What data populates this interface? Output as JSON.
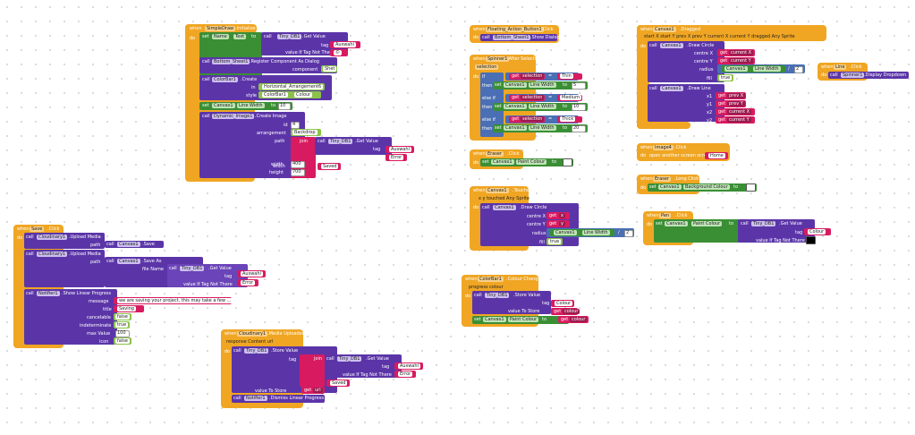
{
  "common": {
    "when": "when",
    "do": "do",
    "set": "set",
    "call": "call",
    "to": "to",
    "tag": "tag",
    "join": "join",
    "value_if_tag_not_there": "value If Tag Not There",
    "value_to_store": "value To Store",
    "true": "true",
    "get": "get",
    "if": "if",
    "then": "then",
    "else_if": "else if",
    "dot": "."
  },
  "block_simpledraw": {
    "event_component": "SimpleDraw",
    "event_name": ".Initialize",
    "name_label": "Name",
    "text_prop": "Text",
    "tinydb": "Tiny_DB1",
    "get_value": ".Get Value",
    "tag_value": "Auswahl",
    "default_value": "©",
    "bottom_sheet": "Bottom_Sheet1",
    "register": ".Register Component As Dialog",
    "component_label": "component",
    "component_value": "Shet",
    "colorbar": "ColorBar1",
    "create": ".Create",
    "in_label": "in",
    "in_value": "Horizontal_Arrangement6",
    "style_label": "style",
    "style_component": "ColorBar1",
    "style_prop": "Colour",
    "canvas": "Canvas1",
    "line_width": "Line Width",
    "line_width_value": "10",
    "dynamic_image": "Dynamic_Image1",
    "create_image": ".Create Image",
    "id_label": "id",
    "id_value": "4",
    "arrangement_label": "arrangement",
    "arrangement_value": "Backdrop",
    "path_label": "path",
    "tag2_value": "Auswahl",
    "default2_value": "Error",
    "saved_value": "Saved",
    "width_label": "width",
    "width_value": "400",
    "height_label": "height",
    "height_value": "700"
  },
  "block_fab": {
    "event_component": "Floating_Action_Button1",
    "event_name": ".Click",
    "target": "Bottom_Sheet1",
    "method": ".Show Dialog"
  },
  "block_spinner": {
    "event_component": "Spinner1",
    "event_name": ".After Selecting",
    "param": "selection",
    "selection_var": "selection",
    "op": "=",
    "canvas": "Canvas1",
    "line_width": "Line Width",
    "options": [
      {
        "label": "Thin",
        "width": "5"
      },
      {
        "label": "Medium",
        "width": "10"
      },
      {
        "label": "Thick",
        "width": "20"
      }
    ]
  },
  "block_eraser_click": {
    "event_component": "Eraser",
    "event_name": ".Click",
    "canvas": "Canvas1",
    "prop": "Paint Colour",
    "swatch": "#ffffff"
  },
  "block_canvas_touched": {
    "event_component": "Canvas1",
    "event_name": ".Touched",
    "params": "x  y  touched Any Sprite",
    "canvas": "Canvas1",
    "method": ".Draw Circle",
    "center_x_label": "centre X",
    "center_x_var": "x",
    "center_y_label": "centre Y",
    "center_y_var": "y",
    "radius_label": "radius",
    "radius_canvas": "Canvas1",
    "radius_prop": "Line Width",
    "divide_op": "/",
    "divisor": "2",
    "fill_label": "fill",
    "fill_value": "true"
  },
  "block_colorbar_changed": {
    "event_component": "ColorBar1",
    "event_name": ".Colour Changed",
    "param": "progress  colour",
    "tinydb": "Tiny_DB1",
    "method": ".Store Value",
    "tag_value": "Colour",
    "store_var": "colour",
    "canvas": "Canvas1",
    "prop": "Paint Colour",
    "var": "colour"
  },
  "block_canvas_dragged": {
    "event_component": "Canvas1",
    "event_name": ".Dragged",
    "params": "start X  start Y  prev X  prev Y  current X  current Y  dragged Any Sprite",
    "canvas": "Canvas1",
    "draw_circle": ".Draw Circle",
    "center_x_label": "centre X",
    "center_x_var": "current X",
    "center_y_label": "centre Y",
    "center_y_var": "current Y",
    "radius_label": "radius",
    "radius_canvas": "Canvas1",
    "radius_prop": "Line Width",
    "divide_op": "/",
    "divisor": "2",
    "fill_label": "fill",
    "fill_value": "true",
    "draw_line": ".Draw Line",
    "x1_label": "x1",
    "x1_var": "prev X",
    "y1_label": "y1",
    "y1_var": "prev Y",
    "x2_label": "x2",
    "x2_var": "current X",
    "y2_label": "y2",
    "y2_var": "current Y"
  },
  "block_line_click": {
    "event_component": "Line",
    "event_name": ".Click",
    "target": "Spinner1",
    "method": ".Display Dropdown"
  },
  "block_image4_click": {
    "event_component": "Image4",
    "event_name": ".Click",
    "action": "open another screen  screenName",
    "screen": "Home"
  },
  "block_eraser_longclick": {
    "event_component": "Eraser",
    "event_name": ".Long Click",
    "canvas": "Canvas1",
    "prop": "Background Colour",
    "swatch": "#ffffff"
  },
  "block_pen_click": {
    "event_component": "Pen",
    "event_name": ".Click",
    "canvas": "Canvas1",
    "prop": "Paint Colour",
    "tinydb": "Tiny_DB1",
    "get_value": ".Get Value",
    "tag_value": "Colour",
    "default_swatch": "#000000"
  },
  "block_save_click": {
    "event_component": "Save",
    "event_name": ".Click",
    "cloudinary": "Cloudinary1",
    "upload": ".Upload Media",
    "path_label": "path",
    "canvas": "Canvas1",
    "save": ".Save",
    "save_as": ".Save As",
    "file_name_label": "file Name",
    "tinydb": "Tiny_DB1",
    "get_value": ".Get Value",
    "tag_value": "Auswahl",
    "default_value": "Error",
    "notifier": "Notifier1",
    "show_progress": ".Show Linear Progress",
    "message_label": "message",
    "message_value": "we are saving your project, this may take a few ...",
    "title_label": "title",
    "title_value": "Saving",
    "cancelable_label": "cancelable",
    "cancelable_value": "false",
    "indeterminate_label": "indeterminate",
    "indeterminate_value": "true",
    "max_label": "max Value",
    "max_value": "100",
    "icon_label": "icon",
    "icon_value": "false"
  },
  "block_cloudinary_uploaded": {
    "event_component": "Cloudinary1",
    "event_name": ".Media Uploaded",
    "param": "response Content  url",
    "tinydb": "Tiny_DB1",
    "store": ".Store Value",
    "get_value": ".Get Value",
    "tag_value": "Auswahl",
    "default_value": "Error",
    "saved_value": "Saved",
    "store_var": "url",
    "notifier": "Notifier1",
    "dismiss": ".Dismiss Linear Progress"
  }
}
